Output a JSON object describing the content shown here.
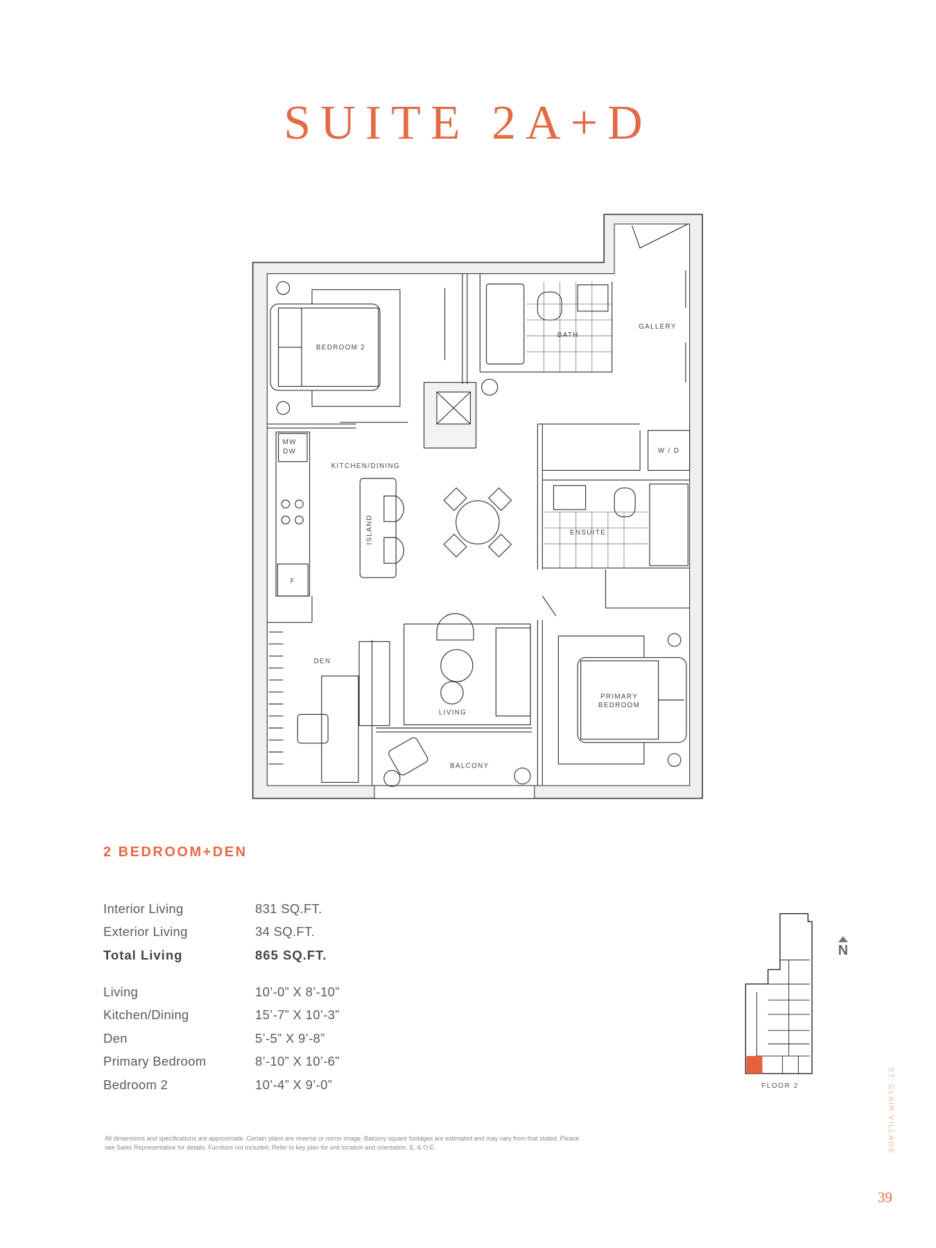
{
  "title": "SUITE 2A+D",
  "unit_type": "2 BEDROOM+DEN",
  "areas": [
    {
      "label": "Interior Living",
      "value": "831 SQ.FT."
    },
    {
      "label": "Exterior Living",
      "value": "34 SQ.FT."
    },
    {
      "label": "Total Living",
      "value": "865 SQ.FT."
    }
  ],
  "rooms": [
    {
      "label": "Living",
      "value": "10’-0” X 8’-10”"
    },
    {
      "label": "Kitchen/Dining",
      "value": "15’-7” X 10’-3”"
    },
    {
      "label": "Den",
      "value": "5’-5” X 9’-8”"
    },
    {
      "label": "Primary Bedroom",
      "value": "8’-10” X 10’-6”"
    },
    {
      "label": "Bedroom 2",
      "value": "10’-4” X 9’-0”"
    }
  ],
  "plan_labels": {
    "bedroom2": "BEDROOM 2",
    "kitchen": "KITCHEN/DINING",
    "island": "ISLAND",
    "bath": "BATH",
    "gallery": "GALLERY",
    "wd": "W / D",
    "ensuite": "ENSUITE",
    "den": "DEN",
    "living": "LIVING",
    "primary1": "PRIMARY",
    "primary2": "BEDROOM",
    "balcony": "BALCONY",
    "mw": "MW",
    "dw": "DW",
    "fridge": "F"
  },
  "disclaimer": "All dimensions and specifications are approximate. Certain plans are reverse or mirror image. Balcony square footages are estimated and may vary from that stated. Please see Sales Representative for details. Furniture not included. Refer to key plan for unit location and orientation. E. & O.E.",
  "key_plan": {
    "floor_label": "FLOOR 2",
    "north_label": "N",
    "highlight_color": "#e8603c"
  },
  "side_label": "ST. CLAIR VILLAGE",
  "page_number": "39",
  "colors": {
    "accent": "#e46a45",
    "side_label": "#f0b8a0"
  }
}
